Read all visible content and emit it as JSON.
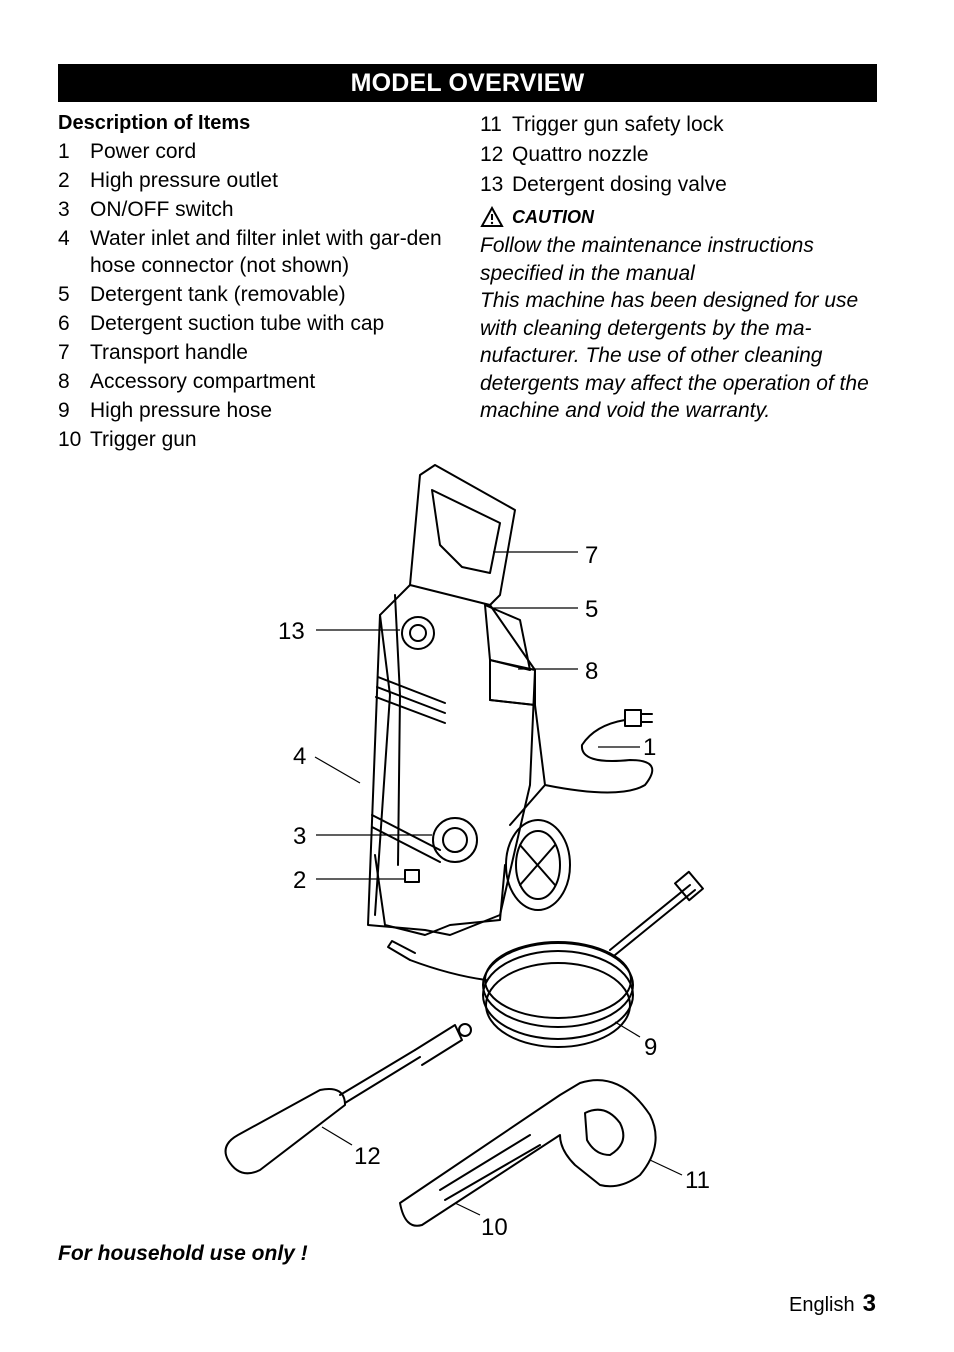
{
  "header": {
    "title": "MODEL OVERVIEW"
  },
  "description": {
    "heading": "Description of Items",
    "items": [
      {
        "num": "1",
        "text": "Power cord"
      },
      {
        "num": "2",
        "text": "High pressure outlet"
      },
      {
        "num": "3",
        "text": "ON/OFF switch"
      },
      {
        "num": "4",
        "text": "Water inlet and filter inlet with gar-den hose connector  (not shown)"
      },
      {
        "num": "5",
        "text": "Detergent tank (removable)"
      },
      {
        "num": "6",
        "text": "Detergent suction tube with cap"
      },
      {
        "num": "7",
        "text": "Transport handle"
      },
      {
        "num": "8",
        "text": "Accessory compartment"
      },
      {
        "num": "9",
        "text": "High pressure hose"
      },
      {
        "num": "10",
        "text": "Trigger gun"
      },
      {
        "num": "11",
        "text": "Trigger gun safety lock"
      },
      {
        "num": "12",
        "text": "Quattro nozzle"
      },
      {
        "num": "13",
        "text": "Detergent dosing valve"
      }
    ]
  },
  "caution": {
    "label": "CAUTION",
    "text1": "Follow the maintenance instructions specified in the manual",
    "text2": "This machine has been designed for use with cleaning detergents by the ma-nufacturer. The use of other cleaning detergents may affect the operation of the machine and void the warranty."
  },
  "diagram": {
    "icon": "pressure-washer-illustration",
    "callouts": [
      "7",
      "5",
      "13",
      "8",
      "1",
      "4",
      "3",
      "2",
      "9",
      "12",
      "11",
      "10"
    ]
  },
  "footer": {
    "note": "For household use only !",
    "language": "English",
    "page": "3"
  }
}
